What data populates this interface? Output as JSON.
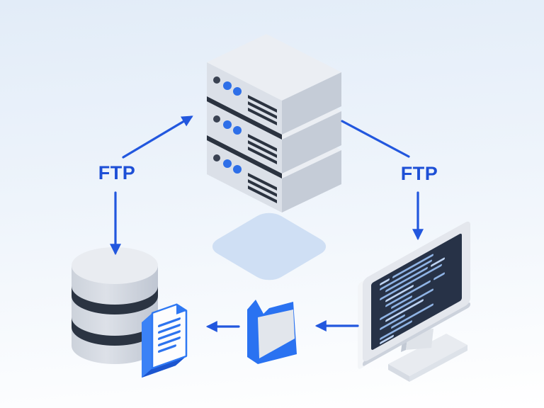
{
  "page": {
    "title": "FTP transfer diagram"
  },
  "labels": {
    "ftp_left": "FTP",
    "ftp_right": "FTP"
  },
  "icons": [
    {
      "name": "server-stack-icon",
      "desc": "three stacked server units with indicator dots and vents"
    },
    {
      "name": "database-icon",
      "desc": "cylinder database with two dark bands"
    },
    {
      "name": "document-icon",
      "desc": "blue 3d document with text lines and folded corner"
    },
    {
      "name": "folder-icon",
      "desc": "blue folder with gray front panel"
    },
    {
      "name": "monitor-icon",
      "desc": "tilted monitor showing code on dark screen"
    },
    {
      "name": "center-tile",
      "desc": "light blue isometric rounded tile"
    }
  ],
  "edges": [
    {
      "name": "arrow-ftp-left-to-server",
      "from": "ftp_left",
      "to": "server-stack",
      "arrowhead": true
    },
    {
      "name": "arrow-ftp-left-to-database",
      "from": "ftp_left",
      "to": "database",
      "arrowhead": true
    },
    {
      "name": "line-server-to-ftp-right",
      "from": "server-stack",
      "to": "ftp_right",
      "arrowhead": false
    },
    {
      "name": "arrow-ftp-right-to-monitor",
      "from": "ftp_right",
      "to": "monitor",
      "arrowhead": true
    },
    {
      "name": "arrow-monitor-to-folder",
      "from": "monitor",
      "to": "folder",
      "arrowhead": true
    },
    {
      "name": "arrow-folder-to-document",
      "from": "folder",
      "to": "document",
      "arrowhead": true
    }
  ],
  "colors": {
    "bg_top": "#e2ecf8",
    "bg_mid": "#eef4fb",
    "bg_bottom": "#ffffff",
    "accent_text": "#1d4fd6",
    "arrow": "#2257de",
    "tile": "#cfdff4",
    "server_top": "#ebeef3",
    "server_front": "#dbe0e8",
    "server_side": "#c5ccd7",
    "server_gap": "#2b3340",
    "dot_dark": "#3a4252",
    "dot_blue": "#2e6fe8",
    "stripe": "#2b3340",
    "db_top": "#e9ecf1",
    "db_band": "#2b3442",
    "doc_blue": "#2e78f3",
    "doc_blue_dark": "#1c55cf",
    "doc_blue_mid": "#3b82f6",
    "doc_face": "#fdfdfe",
    "doc_line": "#2e74ee",
    "folder_blue": "#2a72f1",
    "folder_front": "#e2e6ec",
    "mon_frame": "#e4e7ed",
    "mon_side": "#f3f5f8",
    "mon_bottom": "#ccd2dc",
    "screen": "#273247",
    "code": "#8fb3e4",
    "code_bright": "#bdd3f3",
    "stand": "#dfe3e9",
    "stand_dark": "#c2c9d4",
    "base_top": "#e8ebf0",
    "base_front": "#d6dbe3",
    "base_side": "#dde2e9"
  }
}
